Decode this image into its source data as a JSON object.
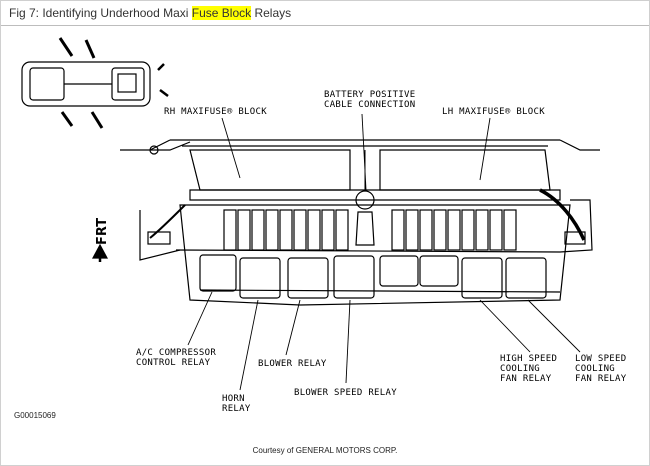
{
  "header": {
    "title_prefix": "Fig 7: Identifying Underhood Maxi ",
    "title_highlight": "Fuse Block",
    "title_suffix": " Relays"
  },
  "diagram": {
    "rh_block": "RH MAXIFUSE® BLOCK",
    "battery_line1": "BATTERY POSITIVE",
    "battery_line2": "CABLE CONNECTION",
    "lh_block": "LH MAXIFUSE® BLOCK",
    "frt": "FRT",
    "ac_line1": "A/C COMPRESSOR",
    "ac_line2": "CONTROL RELAY",
    "blower_relay": "BLOWER RELAY",
    "horn_line1": "HORN",
    "horn_line2": "RELAY",
    "blower_speed": "BLOWER SPEED RELAY",
    "high_line1": "HIGH SPEED",
    "high_line2": "COOLING",
    "high_line3": "FAN RELAY",
    "low_line1": "LOW SPEED",
    "low_line2": "COOLING",
    "low_line3": "FAN RELAY",
    "figure_id": "G00015069",
    "courtesy": "Courtesy of GENERAL MOTORS CORP."
  },
  "colors": {
    "highlight": "#ffff00",
    "ink": "#000000"
  }
}
